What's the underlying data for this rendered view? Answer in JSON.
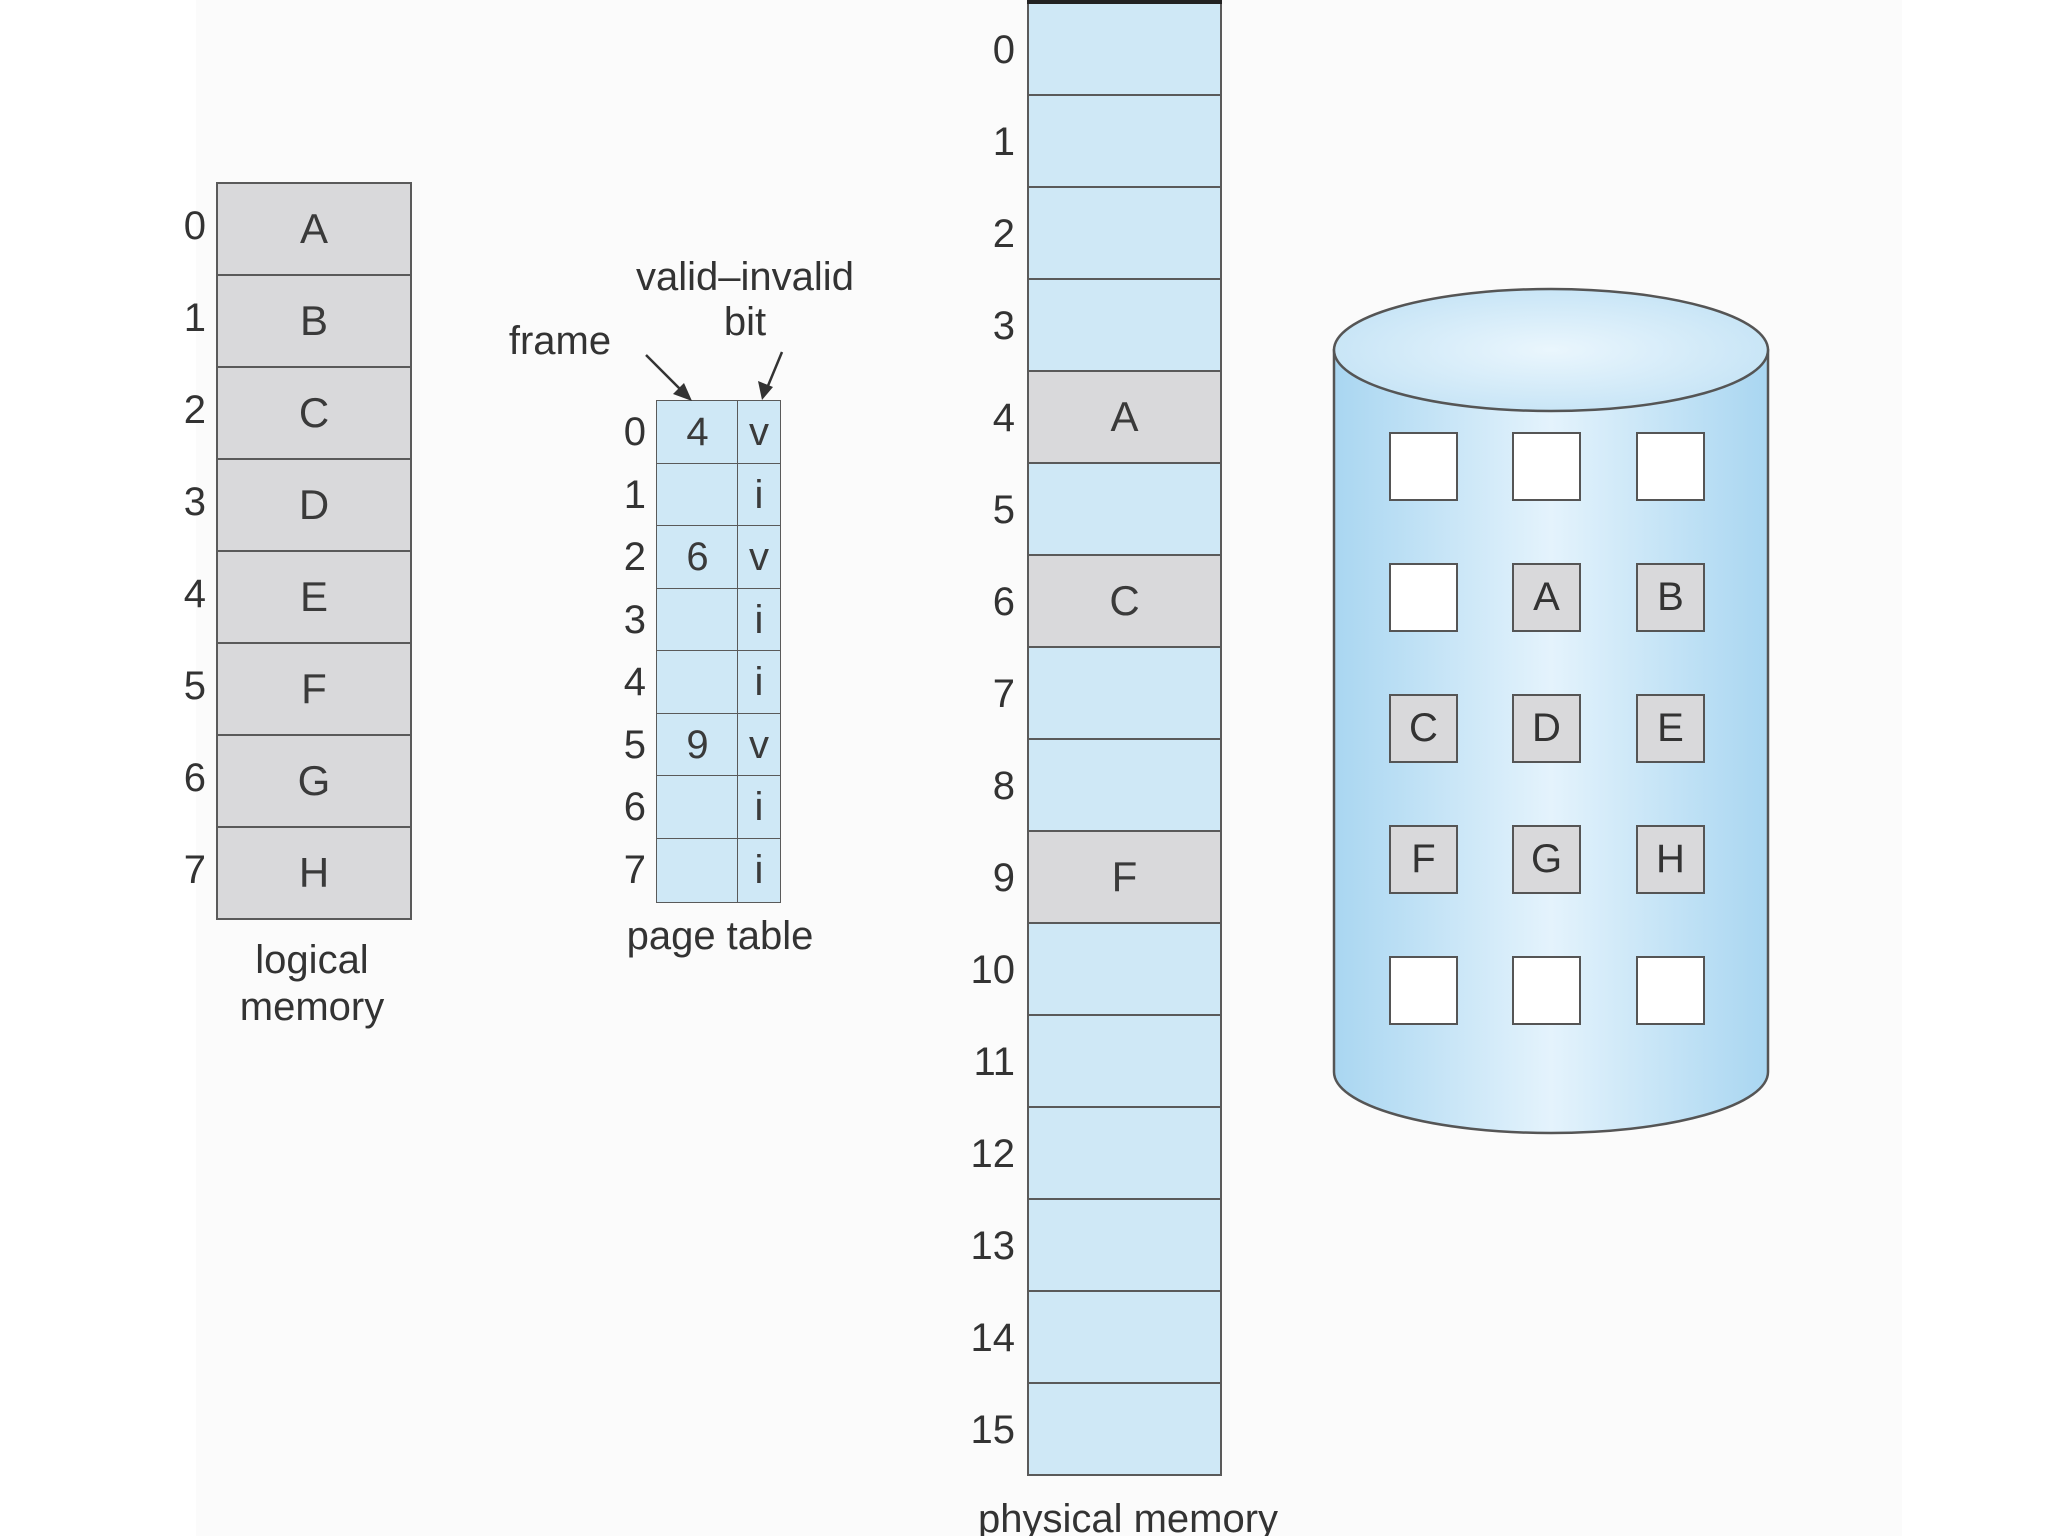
{
  "logical_memory": {
    "label": "logical\nmemory",
    "indices": [
      "0",
      "1",
      "2",
      "3",
      "4",
      "5",
      "6",
      "7"
    ],
    "pages": [
      "A",
      "B",
      "C",
      "D",
      "E",
      "F",
      "G",
      "H"
    ]
  },
  "page_table": {
    "label": "page table",
    "frame_label": "frame",
    "valid_invalid_label": "valid–invalid\nbit",
    "indices": [
      "0",
      "1",
      "2",
      "3",
      "4",
      "5",
      "6",
      "7"
    ],
    "rows": [
      {
        "frame": "4",
        "bit": "v"
      },
      {
        "frame": "",
        "bit": "i"
      },
      {
        "frame": "6",
        "bit": "v"
      },
      {
        "frame": "",
        "bit": "i"
      },
      {
        "frame": "",
        "bit": "i"
      },
      {
        "frame": "9",
        "bit": "v"
      },
      {
        "frame": "",
        "bit": "i"
      },
      {
        "frame": "",
        "bit": "i"
      }
    ]
  },
  "physical_memory": {
    "label": "physical memory",
    "indices": [
      "0",
      "1",
      "2",
      "3",
      "4",
      "5",
      "6",
      "7",
      "8",
      "9",
      "10",
      "11",
      "12",
      "13",
      "14",
      "15"
    ],
    "frames": [
      "",
      "",
      "",
      "",
      "A",
      "",
      "C",
      "",
      "",
      "F",
      "",
      "",
      "",
      "",
      "",
      ""
    ]
  },
  "backing_store": {
    "grid": [
      [
        "",
        "",
        ""
      ],
      [
        "",
        "A",
        "B"
      ],
      [
        "C",
        "D",
        "E"
      ],
      [
        "F",
        "G",
        "H"
      ],
      [
        "",
        "",
        ""
      ]
    ]
  },
  "colors": {
    "resident_page": "#d9d9db",
    "free_frame": "#cfe8f6",
    "disk_fill": "#c6e4f6",
    "outline": "#5a5a5a"
  }
}
